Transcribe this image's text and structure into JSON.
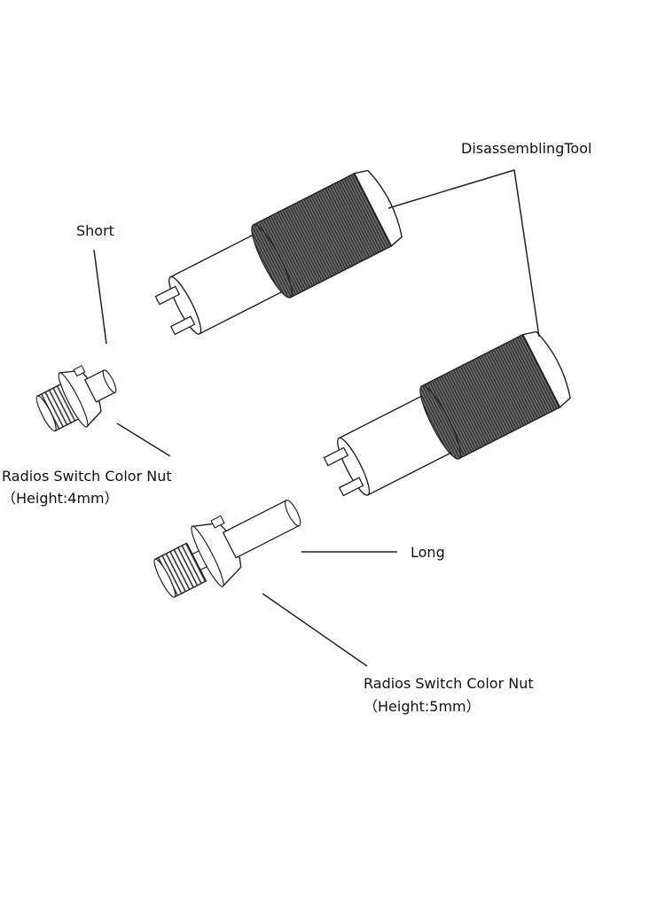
{
  "labels": {
    "disassembling_tool": "DisassemblingTool",
    "short": "Short",
    "nut_small_name": "Radios Switch Color Nut",
    "nut_small_height": "（Height:4mm）",
    "long": "Long",
    "nut_large_name": "Radios Switch Color Nut",
    "nut_large_height": "（Height:5mm）"
  },
  "colors": {
    "line": "#222222",
    "knurl_fill": "#555555",
    "background": "#ffffff"
  }
}
